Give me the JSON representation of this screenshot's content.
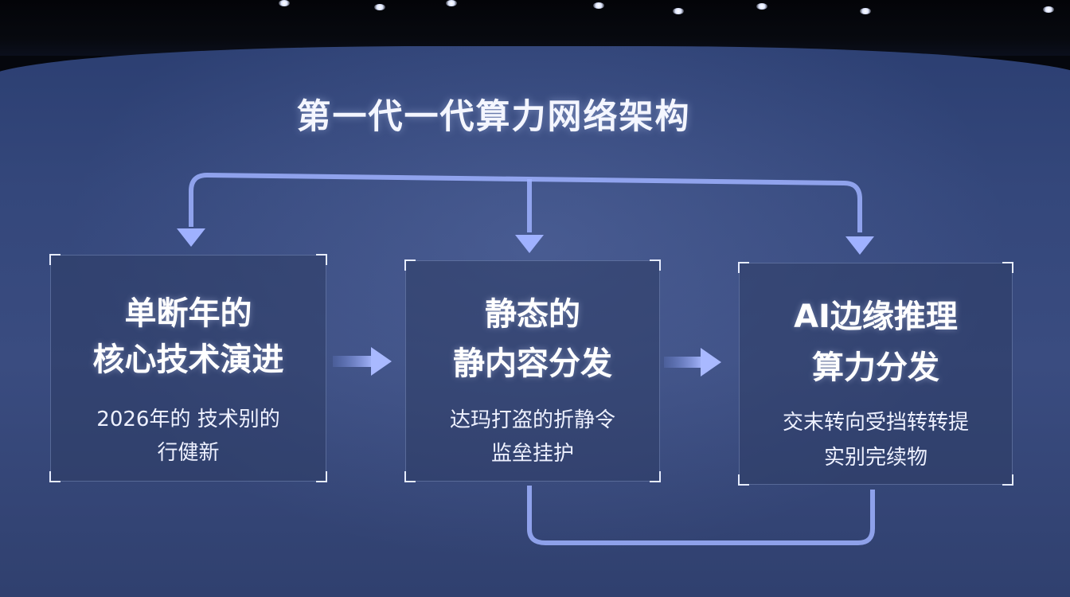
{
  "slide": {
    "title": "第一代一代算力网络架构"
  },
  "boxes": [
    {
      "heading_line1": "单断年的",
      "heading_line2": "核心技术演进",
      "sub_line1": "2026年的 技术别的",
      "sub_line2": "行健新"
    },
    {
      "heading_line1": "静态的",
      "heading_line2": "静内容分发",
      "sub_line1": "达玛打盗的折静令",
      "sub_line2": "监垒挂护"
    },
    {
      "heading_line1": "AI边缘推理",
      "heading_line2": "算力分发",
      "sub_line1": "交末转向受挡转转提",
      "sub_line2": "实别完续物"
    }
  ],
  "colors": {
    "screen": "#34477b",
    "arrow": "#9fb1ff",
    "text": "#ffffff"
  }
}
